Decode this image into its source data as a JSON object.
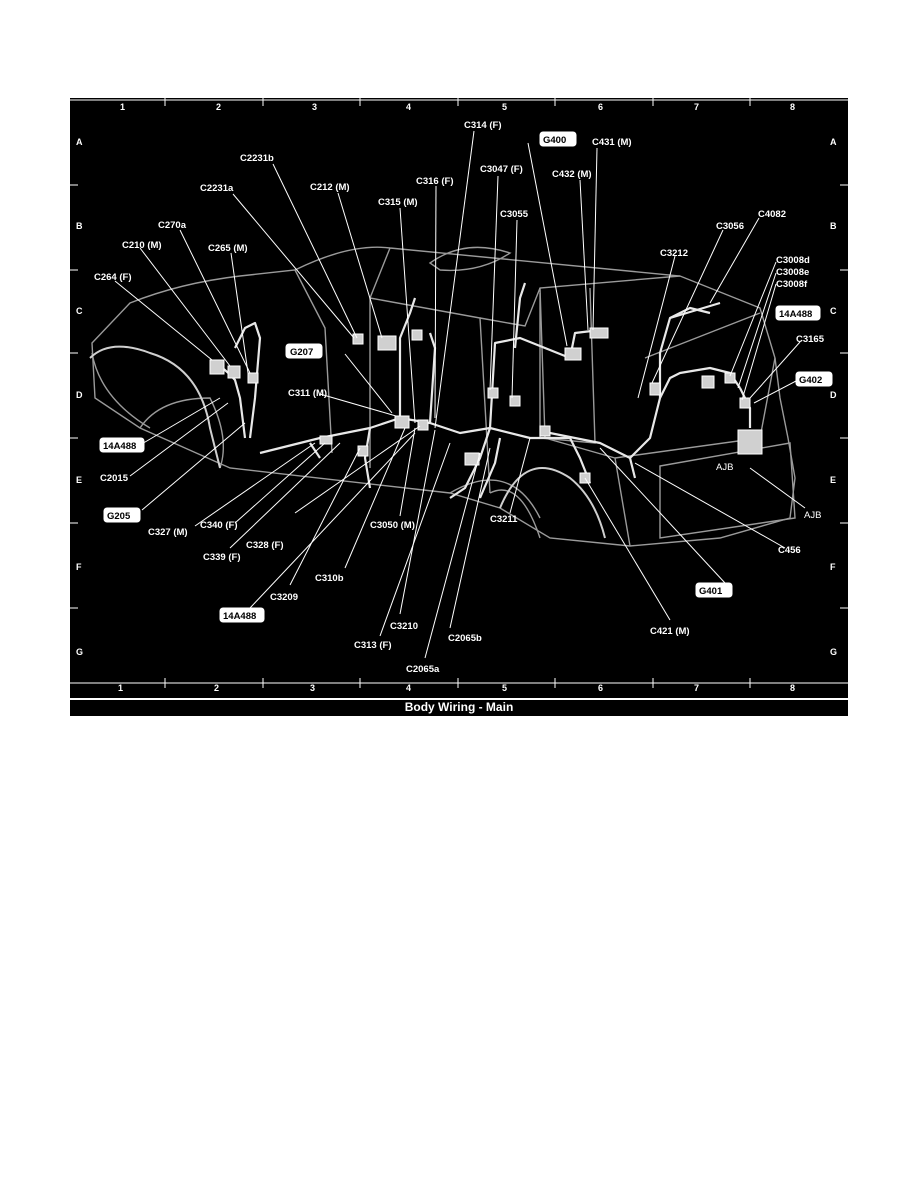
{
  "caption": "Body Wiring - Main",
  "grid": {
    "columns": [
      "1",
      "2",
      "3",
      "4",
      "5",
      "6",
      "7",
      "8"
    ],
    "rows": [
      "A",
      "B",
      "C",
      "D",
      "E",
      "F",
      "G"
    ]
  },
  "labels": {
    "c314": "C314 (F)",
    "g400": "G400",
    "c431": "C431 (M)",
    "c2231b": "C2231b",
    "c3047": "C3047 (F)",
    "c432": "C432 (M)",
    "c212": "C212 (M)",
    "c316": "C316 (F)",
    "c2231a": "C2231a",
    "c315": "C315 (M)",
    "c3055": "C3055",
    "c4082": "C4082",
    "c270a": "C270a",
    "c3056": "C3056",
    "c210": "C210 (M)",
    "c265": "C265 (M)",
    "c3212": "C3212",
    "c3008d": "C3008d",
    "c3008e": "C3008e",
    "c3008f": "C3008f",
    "c264": "C264 (F)",
    "a14a488_c": "14A488",
    "g207": "G207",
    "c3165": "C3165",
    "c311": "C311 (M)",
    "g402": "G402",
    "a14a488_d": "14A488",
    "c2015": "C2015",
    "ajb_left": "AJB",
    "ajb_right": "AJB",
    "g205": "G205",
    "c327": "C327 (M)",
    "c340": "C340 (F)",
    "c3050": "C3050 (M)",
    "c3211": "C3211",
    "c328": "C328 (F)",
    "c456": "C456",
    "c339": "C339 (F)",
    "c310b": "C310b",
    "g401": "G401",
    "c3209": "C3209",
    "a14a488_f": "14A488",
    "c3210": "C3210",
    "c421": "C421 (M)",
    "c2065b": "C2065b",
    "c313": "C313 (F)",
    "c2065a": "C2065a"
  }
}
